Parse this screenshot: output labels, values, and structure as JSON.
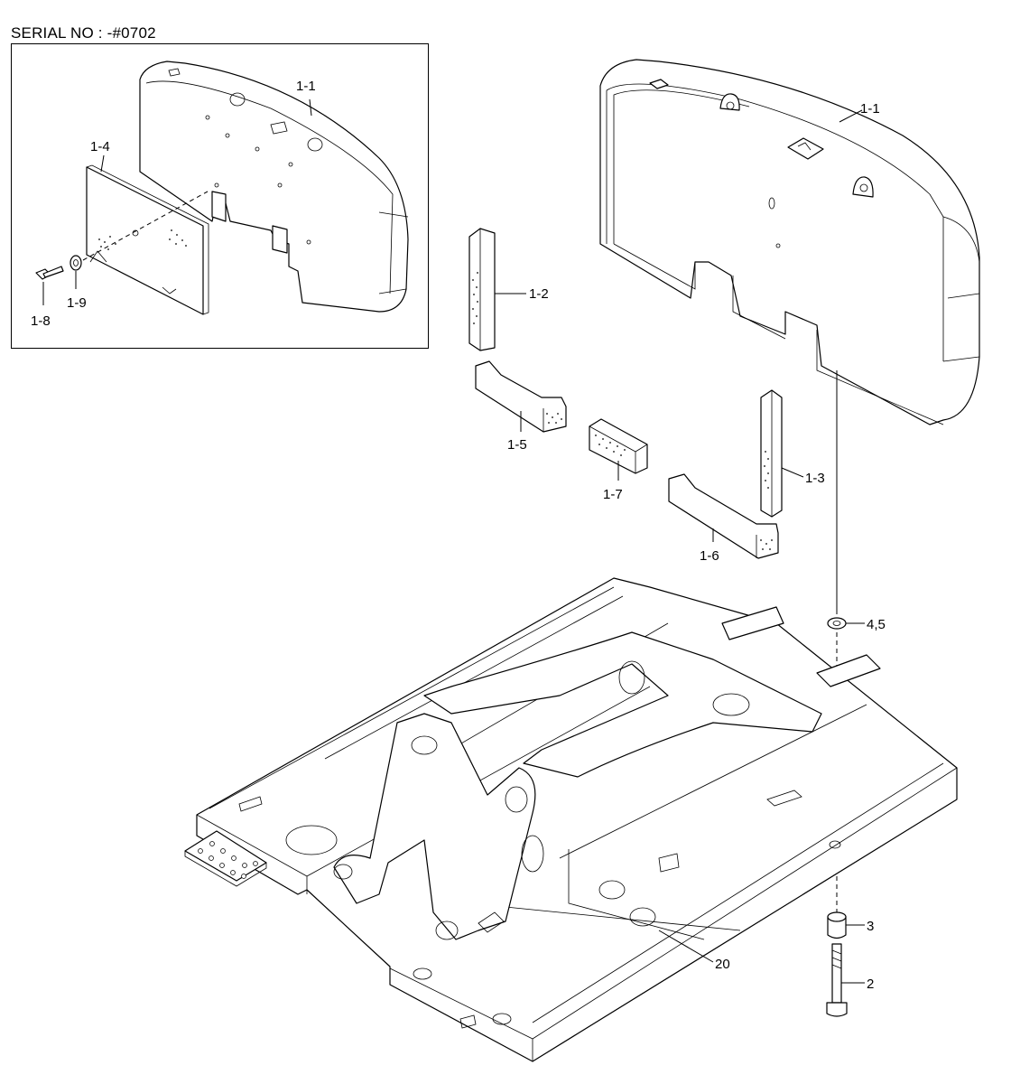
{
  "header": {
    "serial_label": "SERIAL NO : -#0702"
  },
  "callouts": {
    "inset_1_1": "1-1",
    "inset_1_4": "1-4",
    "inset_1_8": "1-8",
    "inset_1_9": "1-9",
    "main_1_1": "1-1",
    "main_1_2": "1-2",
    "main_1_3": "1-3",
    "main_1_5": "1-5",
    "main_1_6": "1-6",
    "main_1_7": "1-7",
    "main_4_5": "4,5",
    "main_3": "3",
    "main_2": "2",
    "main_20": "20"
  }
}
